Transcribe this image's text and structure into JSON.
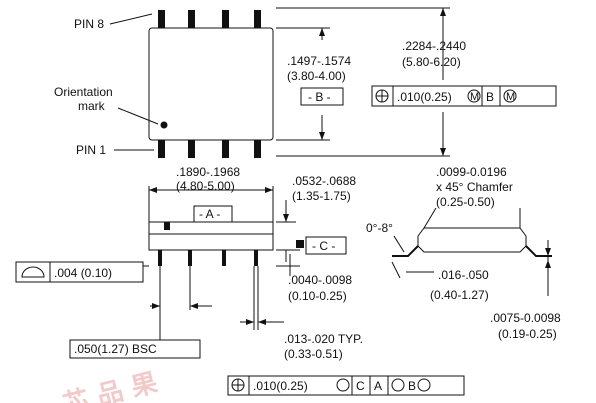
{
  "top_view": {
    "pin8_label": "PIN 8",
    "pin1_label": "PIN 1",
    "orientation_label": "Orientation",
    "orientation_label_2": "mark",
    "width_in": ".1497-.1574",
    "width_mm": "(3.80-4.00)",
    "datum_b": "- B -",
    "overall_in": ".2284-.2440",
    "overall_mm": "(5.80-6.20)",
    "tol_value": ".010(0.25)",
    "tol_datum": "B",
    "tol_symbol": "M"
  },
  "side_view": {
    "length_in": ".1890-.1968",
    "length_mm": "(4.80-5.00)",
    "datum_a": "- A -",
    "height_in": ".0532-.0688",
    "height_mm": "(1.35-1.75)",
    "datum_c": "- C -",
    "coplanarity": ".004 (0.10)",
    "standoff_in": ".0040-.0098",
    "standoff_mm": "(0.10-0.25)",
    "pitch": ".050(1.27) BSC",
    "lead_width_in": ".013-.020 TYP.",
    "lead_width_mm": "(0.33-0.51)",
    "tol_value": ".010(0.25)",
    "tol_datums": [
      "C",
      "A",
      "B"
    ]
  },
  "end_view": {
    "chamfer_in": ".0099-0.0196",
    "chamfer_note": "x 45° Chamfer",
    "chamfer_mm": "(0.25-0.50)",
    "angle": "0°-8°",
    "foot_in": ".016-.050",
    "foot_mm": "(0.40-1.27)",
    "thick_in": ".0075-0.0098",
    "thick_mm": "(0.19-0.25)"
  },
  "watermark": "芯 品 果"
}
